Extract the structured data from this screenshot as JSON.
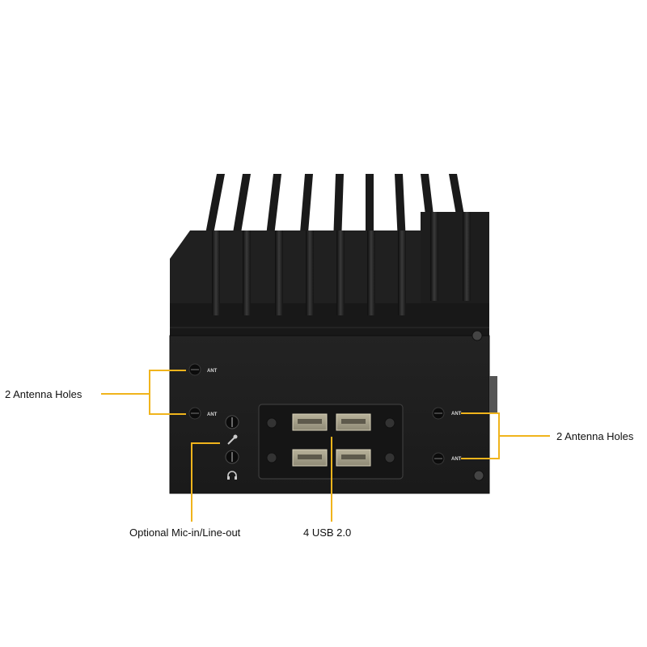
{
  "callouts": {
    "antenna_left": "2 Antenna Holes",
    "antenna_right": "2 Antenna Holes",
    "audio": "Optional Mic-in/Line-out",
    "usb": "4 USB 2.0"
  },
  "port_labels": {
    "ant": "ANT"
  },
  "colors": {
    "callout_line": "#f0b41c",
    "chassis": "#1c1c1c",
    "background": "#ffffff"
  },
  "icons": {
    "mic": "microphone-icon",
    "headphone": "headphone-icon"
  }
}
